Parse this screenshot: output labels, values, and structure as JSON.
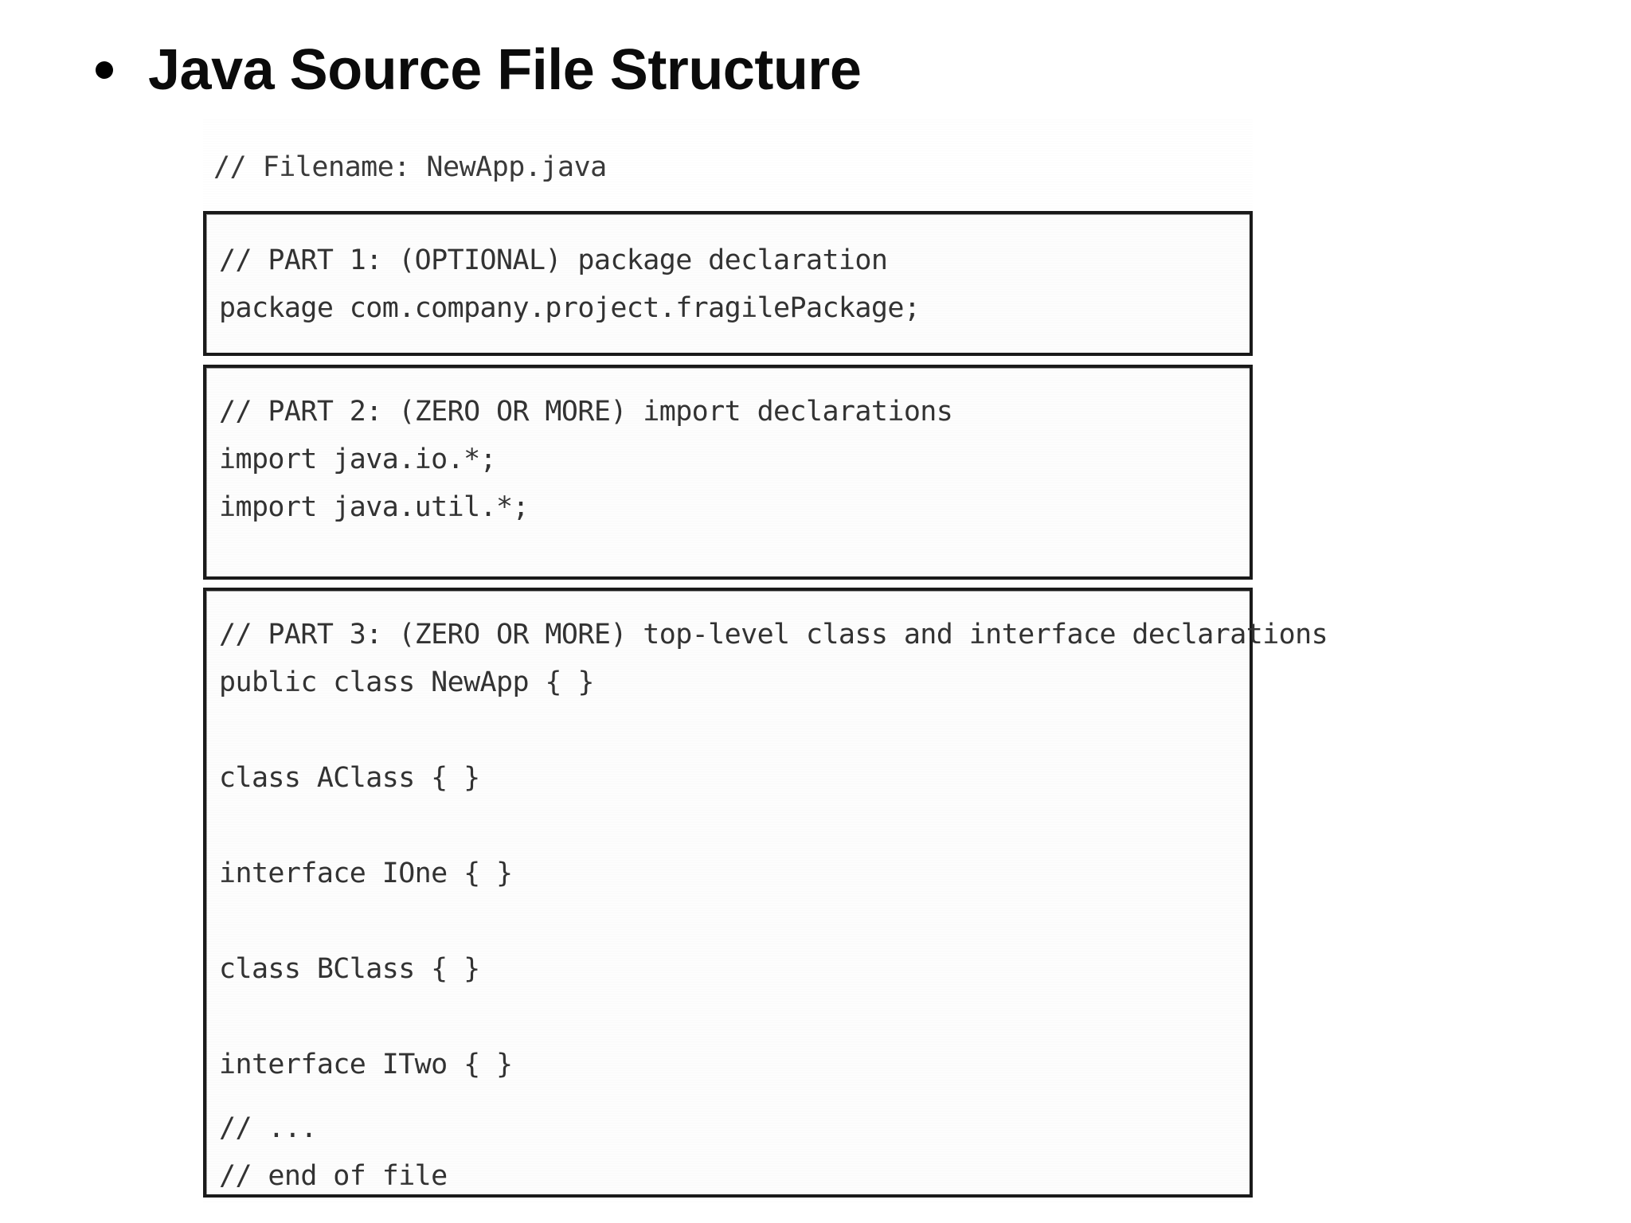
{
  "slide": {
    "bullet_glyph": "•",
    "title": "Java Source File Structure"
  },
  "figure": {
    "filename_comment": "// Filename: NewApp.java",
    "boxes": [
      {
        "id": "part1",
        "lines": [
          "// PART 1: (OPTIONAL) package declaration",
          "package com.company.project.fragilePackage;"
        ],
        "text": "// PART 1: (OPTIONAL) package declaration\npackage com.company.project.fragilePackage;"
      },
      {
        "id": "part2",
        "lines": [
          "// PART 2: (ZERO OR MORE) import declarations",
          "import java.io.*;",
          "import java.util.*;"
        ],
        "text": "// PART 2: (ZERO OR MORE) import declarations\nimport java.io.*;\nimport java.util.*;"
      },
      {
        "id": "part3",
        "lines": [
          "// PART 3: (ZERO OR MORE) top-level class and interface declarations",
          "public class NewApp { }",
          "",
          "class AClass { }",
          "",
          "interface IOne { }",
          "",
          "class BClass { }",
          "",
          "interface ITwo { }",
          "// ...",
          "// end of file"
        ],
        "text": "// PART 3: (ZERO OR MORE) top-level class and interface declarations\npublic class NewApp { }\n\nclass AClass { }\n\ninterface IOne { }\n\nclass BClass { }\n\ninterface ITwo { }"
      }
    ],
    "part3_tail": "// ...\n// end of file"
  },
  "colors": {
    "background": "#ffffff",
    "title_text": "#0b0b0b",
    "code_text": "#333333",
    "box_border": "#1a1a1a",
    "box_fill": "#fdfdfd"
  }
}
